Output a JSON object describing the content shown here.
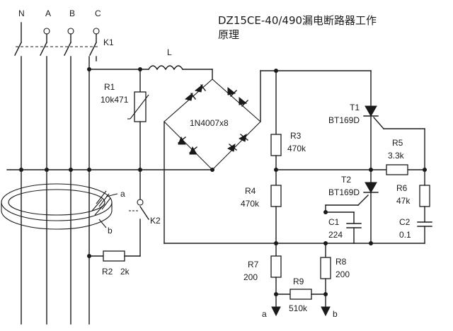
{
  "title": {
    "line1": "DZ15CE-40/490漏电断路器工作",
    "line2": "原理"
  },
  "phases": {
    "n": "N",
    "a": "A",
    "b": "B",
    "c": "C"
  },
  "components": {
    "k1": "K1",
    "k2": "K2",
    "inductor": "L",
    "r1": {
      "ref": "R1",
      "value": "10k471"
    },
    "bridge": "1N4007x8",
    "r2": {
      "ref": "R2",
      "value": "2k"
    },
    "r3": {
      "ref": "R3",
      "value": "470k"
    },
    "r4": {
      "ref": "R4",
      "value": "470k"
    },
    "r5": {
      "ref": "R5",
      "value": "3.3k"
    },
    "r6": {
      "ref": "R6",
      "value": "47k"
    },
    "r7": {
      "ref": "R7",
      "value": "200"
    },
    "r8": {
      "ref": "R8",
      "value": "200"
    },
    "r9": {
      "ref": "R9",
      "value": "510k"
    },
    "t1": {
      "ref": "T1",
      "value": "BT169D"
    },
    "t2": {
      "ref": "T2",
      "value": "BT169D"
    },
    "c1": {
      "ref": "C1",
      "value": "224"
    },
    "c2": {
      "ref": "C2",
      "value": "0.1"
    }
  },
  "terminals": {
    "coil_a": "a",
    "coil_b": "b",
    "out_a": "a",
    "out_b": "b"
  }
}
